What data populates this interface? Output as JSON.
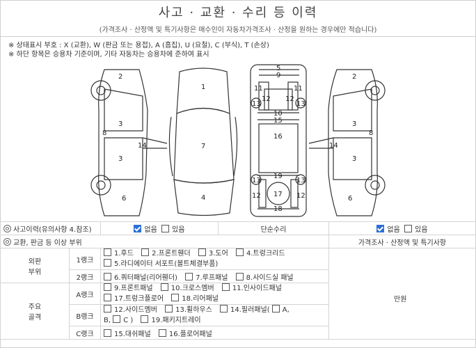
{
  "header": {
    "title": "사고 · 교환 · 수리 등 이력",
    "subtitle": "(가격조사 · 산정액 및 특기사항은 매수인이 자동차가격조사 · 산정을 원하는 경우에만 적습니다)"
  },
  "notes": {
    "legend": "※ 상태표시 부호 : X (교환), W (판금 또는 용접), A (흠집), U (요철), C (부식), T (손상)",
    "basis": "※ 하단 항목은 승용차 기준이며, 기타 자동차는 승용차에 준하여 표시"
  },
  "diagram": {
    "labels": [
      "1",
      "2",
      "3",
      "4",
      "5",
      "6",
      "7",
      "8",
      "9",
      "10",
      "11",
      "12",
      "13",
      "14",
      "15",
      "16",
      "17",
      "18",
      "19"
    ]
  },
  "table": {
    "accident_history_label": "사고이력(유의사항 4.참조)",
    "simple_repair_label": "단순수리",
    "exchange_label": "교환, 판금 등 이상 부위",
    "price_note_label": "가격조사 · 산정액 및 특기사항",
    "none_label": "없음",
    "yes_label": "있음",
    "exterior_label": "외판\n부위",
    "main_frame_label": "주요\n골격",
    "rank1": "1랭크",
    "rank2": "2랭크",
    "rankA": "A랭크",
    "rankB": "B랭크",
    "rankC": "C랭크",
    "unit_label": "만원",
    "rank1_items": [
      "1.후드",
      "2.프론트휀더",
      "3.도어",
      "4.트렁크리드",
      "5.라디에이터 서포트(볼트체결부품)"
    ],
    "rank2_items": [
      "6.쿼터패널(리어휀더)",
      "7.루프패널",
      "8.사이드실 패널"
    ],
    "rankA_items": [
      "9.프론트패널",
      "10.크로스멤버",
      "11.인사이드패널",
      "17.트렁크플로어",
      "18.리어패널"
    ],
    "rankB_items": [
      "12.사이드멤버",
      "13.휠하우스",
      "14.필러패널(",
      "A,",
      "B,",
      "C )",
      "19.패키지트레이"
    ],
    "rankC_items": [
      "15.대쉬패널",
      "16.플로어패널"
    ]
  }
}
